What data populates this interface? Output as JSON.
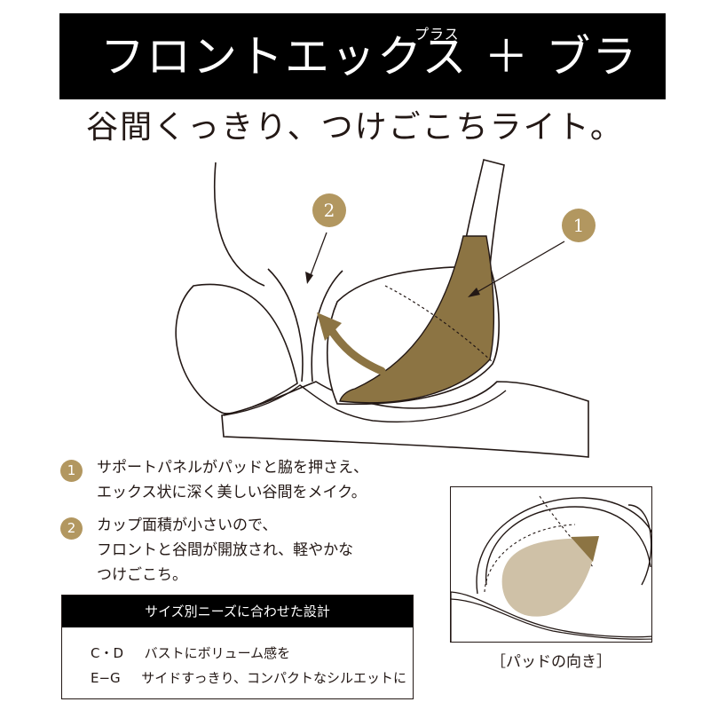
{
  "header": {
    "title": "フロントエックス ＋ ブラ",
    "ruby": "プラス"
  },
  "subtitle": "谷間くっきり、つけごこちライト。",
  "callouts": [
    {
      "number": "1"
    },
    {
      "number": "2"
    }
  ],
  "points": [
    {
      "number": "1",
      "lines": [
        "サポートパネルがパッドと脇を押さえ、",
        "エックス状に深く美しい谷間をメイク。"
      ]
    },
    {
      "number": "2",
      "lines": [
        "カップ面積が小さいので、",
        "フロントと谷間が開放され、軽やかな",
        "つけごこち。"
      ]
    }
  ],
  "size_design": {
    "heading": "サイズ別ニーズに合わせた設計",
    "rows": [
      {
        "size": "C・D",
        "text": "バストにボリューム感を"
      },
      {
        "size": "E−G",
        "text": "サイドすっきり、コンパクトなシルエットに"
      }
    ]
  },
  "pad_caption": "［パッドの向き］",
  "colors": {
    "gold": "#b29760",
    "panel": "#8c7443",
    "pad": "#cfc1a7",
    "banner": "#000000",
    "ink": "#231815"
  }
}
